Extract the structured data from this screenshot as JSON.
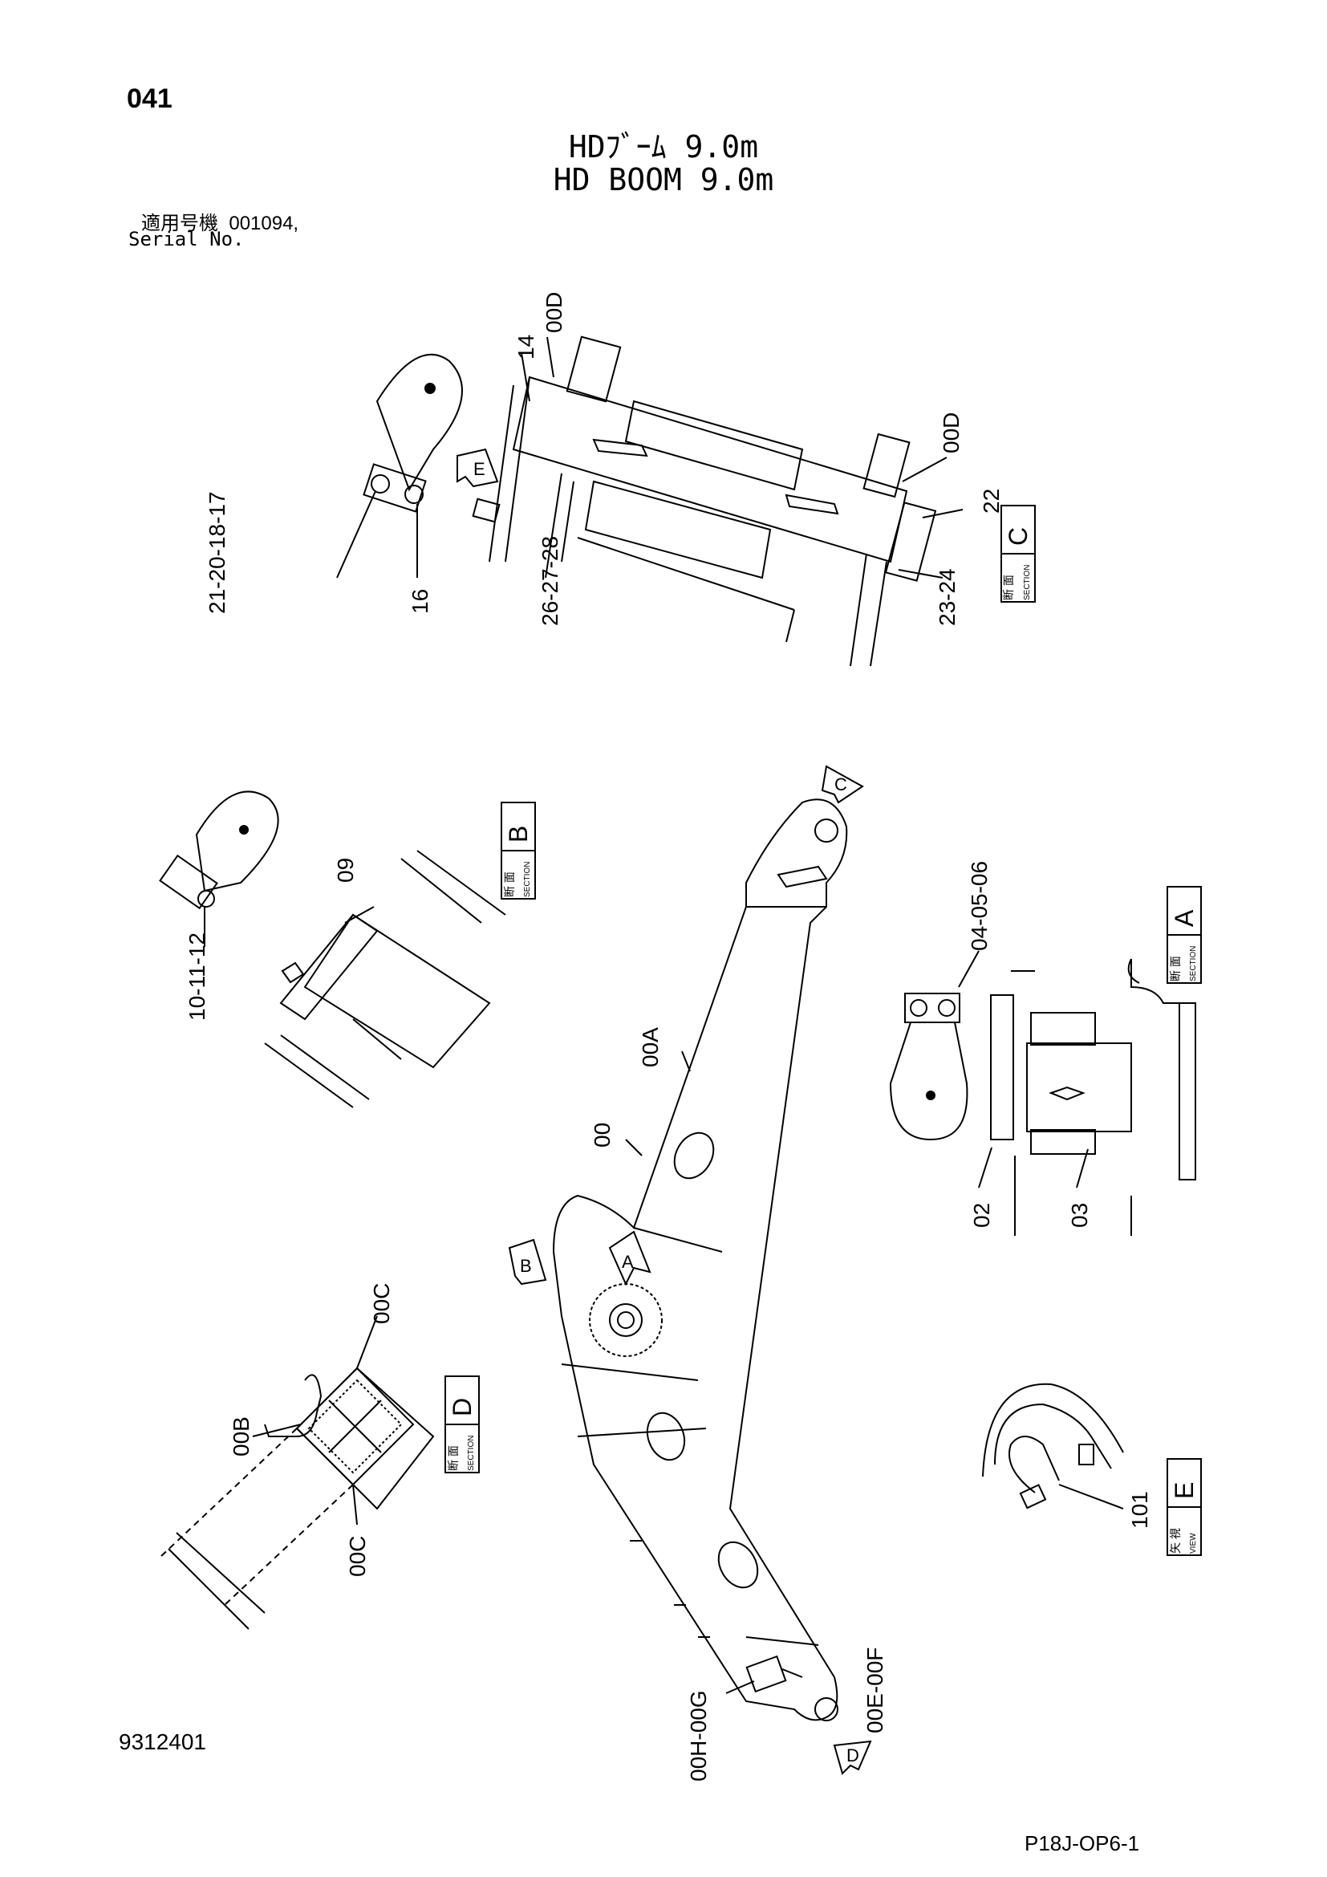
{
  "header": {
    "page_number": "041",
    "title_jp": "HDﾌﾞｰﾑ 9.0m",
    "title_en": "HD BOOM 9.0m",
    "serial_label_jp": "適用号機",
    "serial_value": "001094,",
    "serial_label_en": "Serial No."
  },
  "footer": {
    "doc_number": "9312401",
    "sheet_code": "P18J-OP6-1"
  },
  "section_boxes": {
    "c": {
      "jp": "断 面",
      "en": "SECTION",
      "letter": "C"
    },
    "b": {
      "jp": "断 面",
      "en": "SECTION",
      "letter": "B"
    },
    "a": {
      "jp": "断 面",
      "en": "SECTION",
      "letter": "A"
    },
    "d": {
      "jp": "断 面",
      "en": "SECTION",
      "letter": "D"
    },
    "e": {
      "jp": "矢 視",
      "en": "VIEW",
      "letter": "E"
    }
  },
  "view_arrows": {
    "a": "A",
    "b": "B",
    "c": "C",
    "d": "D",
    "e": "E"
  },
  "callouts": {
    "c_14": "14",
    "c_00d_top": "00D",
    "c_00d_right": "00D",
    "c_22": "22",
    "c_21_chain": "21-20-18-17",
    "c_16": "16",
    "c_26_chain": "26-27-28",
    "c_23_chain": "23-24",
    "c_09": "09",
    "c_10_chain": "10-11-12",
    "c_04_chain": "04-05-06",
    "c_02": "02",
    "c_03": "03",
    "c_00a": "00A",
    "c_00": "00",
    "c_00c_top": "00C",
    "c_00b": "00B",
    "c_00c_bottom": "00C",
    "c_101": "101",
    "c_00e_chain": "00E-00F",
    "c_00h_chain": "00H-00G"
  }
}
